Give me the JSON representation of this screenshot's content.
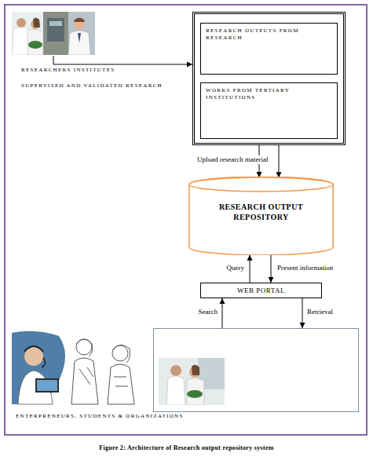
{
  "diagram": {
    "caption": "Figure 2: Architecture of Research output repository system",
    "nodes": [
      {
        "text": [
          "RESEARCHERS INSTITUTES",
          "SUPERVISED AND VALIDATED RESEARCH"
        ]
      },
      {
        "text": []
      },
      {
        "text": [
          "RESEARCH OUTPUTS FROM RESEARCH"
        ],
        "in": 1
      },
      {
        "text": [
          "WORKS FROM TERTIARY INSTITUTIONS"
        ],
        "in": 1
      },
      {
        "text": [
          "RESEARCH OUTPUT REPOSITORY"
        ]
      },
      {
        "text": [
          "WEB PORTAL"
        ]
      },
      {
        "text": []
      }
    ],
    "edges": [
      {
        "from": 0,
        "to": 1,
        "arrow": "to"
      },
      {
        "from": 1,
        "to": 4,
        "arrow": "to",
        "label": "Upload research material"
      },
      {
        "from": 1,
        "to": 4,
        "arrow": "to"
      },
      {
        "from": 5,
        "to": 4,
        "arrow": "to",
        "label": "Query"
      },
      {
        "from": 4,
        "to": 5,
        "arrow": "to",
        "label": "Present information"
      },
      {
        "from": 6,
        "to": 5,
        "arrow": "to",
        "label": "Search"
      },
      {
        "from": 5,
        "to": 6,
        "arrow": "to",
        "label": "Retrieval"
      }
    ],
    "labels": [
      "ENTERPRENEURS, STUDENTS & ORGANIZATIONS"
    ]
  }
}
